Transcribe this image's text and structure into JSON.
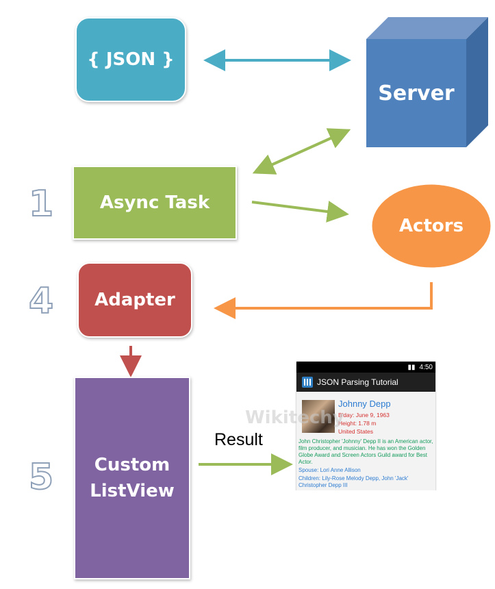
{
  "nodes": {
    "json": "{ JSON }",
    "server": "Server",
    "async_task": "Async Task",
    "actors": "Actors",
    "adapter": "Adapter",
    "custom_listview_line1": "Custom",
    "custom_listview_line2": "ListView"
  },
  "step_numbers": [
    "1",
    "4",
    "5"
  ],
  "result_label": "Result",
  "colors": {
    "json": "#4bacc6",
    "server": "#4f81bd",
    "async_task": "#9bbb59",
    "actors": "#f79646",
    "adapter": "#c0504d",
    "custom_listview": "#8064a2"
  },
  "phone": {
    "status_time": "4:50",
    "app_title": "JSON Parsing Tutorial",
    "actor_name": "Johnny Depp",
    "birthday": "B'day: June 9, 1963",
    "height": "Height: 1.78 m",
    "country": "United States",
    "bio": "John Christopher 'Johnny' Depp II is an American actor, film producer, and musician. He has won the Golden Globe Award and Screen Actors Guild award for Best Actor.",
    "spouse": "Spouse: Lori Anne Allison",
    "children": "Children: Lily-Rose Melody Depp, John 'Jack' Christopher Depp III"
  },
  "watermark": "Wikitechy"
}
